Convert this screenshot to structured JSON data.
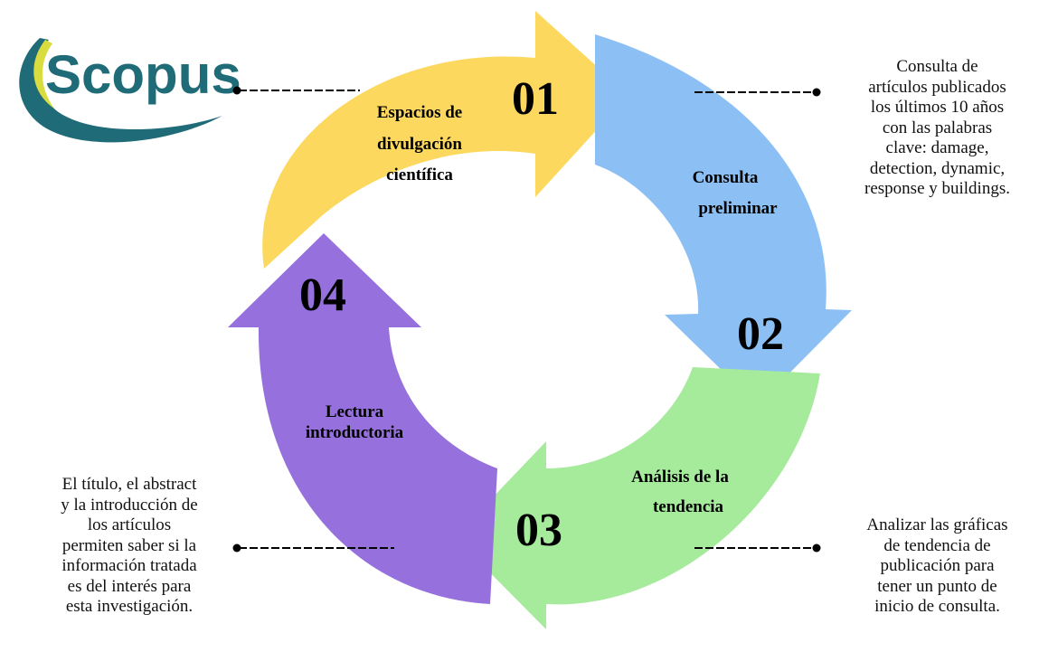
{
  "logo": {
    "text": "Scopus",
    "colors": {
      "text": "#1f6b77",
      "swoosh_dark": "#1f6b77",
      "swoosh_light": "#d8dc3f"
    }
  },
  "cycle": {
    "colors": {
      "s1": "#fcd85f",
      "s2": "#8cc0f4",
      "s3": "#a6ea9c",
      "s4": "#9670dc"
    },
    "steps": [
      {
        "number": "01",
        "label": [
          "Espacios de",
          "divulgación",
          "científica"
        ]
      },
      {
        "number": "02",
        "label": [
          "Consulta",
          "preliminar"
        ]
      },
      {
        "number": "03",
        "label": [
          "Análisis de la",
          "tendencia"
        ]
      },
      {
        "number": "04",
        "label": [
          "Lectura",
          "introductoria"
        ]
      }
    ]
  },
  "notes": {
    "top_right": [
      "Consulta de",
      "artículos publicados",
      "los últimos 10 años",
      "con las palabras",
      "clave: damage,",
      "detection, dynamic,",
      "response y buildings."
    ],
    "bottom_right": [
      "Analizar las gráficas",
      "de tendencia de",
      "publicación para",
      "tener un punto de",
      "inicio de consulta."
    ],
    "bottom_left": [
      "El título, el abstract",
      "y la introducción de",
      "los artículos",
      "permiten saber si la",
      "información tratada",
      "es del interés para",
      "esta investigación."
    ]
  }
}
